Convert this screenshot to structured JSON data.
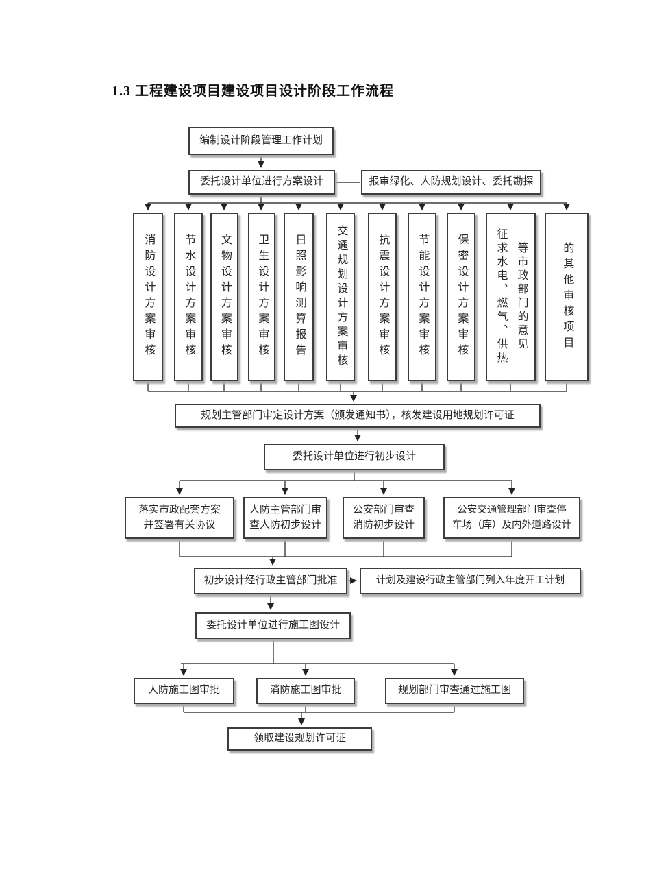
{
  "title": "1.3 工程建设项目建设项目设计阶段工作流程",
  "nodes": {
    "plan": "编制设计阶段管理工作计划",
    "entrust_scheme": "委托设计单位进行方案设计",
    "report_side": "报审绿化、人防规划设计、委托勘探",
    "cols": [
      "消防设计方案审核",
      "节水设计方案审核",
      "文物设计方案审核",
      "卫生设计方案审核",
      "日照影响测算报告",
      "交通规划设计方案审核",
      "抗震设计方案审核",
      "节能设计方案审核",
      "保密设计方案审核",
      "征求水电、燃气、供热\n等市政部门的意见",
      "的其他审核项目"
    ],
    "approve_scheme": "规划主管部门审定设计方案（颁发通知书），核发建设用地规划许可证",
    "entrust_prelim": "委托设计单位进行初步设计",
    "prelim": [
      "落实市政配套方案\n并签署有关协议",
      "人防主管部门审\n查人防初步设计",
      "公安部门审查\n消防初步设计",
      "公安交通管理部门审查停\n车场（库）及内外道路设计"
    ],
    "prelim_approved": "初步设计经行政主管部门批准",
    "annual_plan": "计划及建设行政主管部门列入年度开工计划",
    "entrust_drawing": "委托设计单位进行施工图设计",
    "drawing": [
      "人防施工图审批",
      "消防施工图审批",
      "规划部门审查通过施工图"
    ],
    "permit": "领取建设规划许可证"
  },
  "style": {
    "line_color": "#3d3d3d",
    "shadow_color": "#adadad",
    "background": "#ffffff"
  }
}
